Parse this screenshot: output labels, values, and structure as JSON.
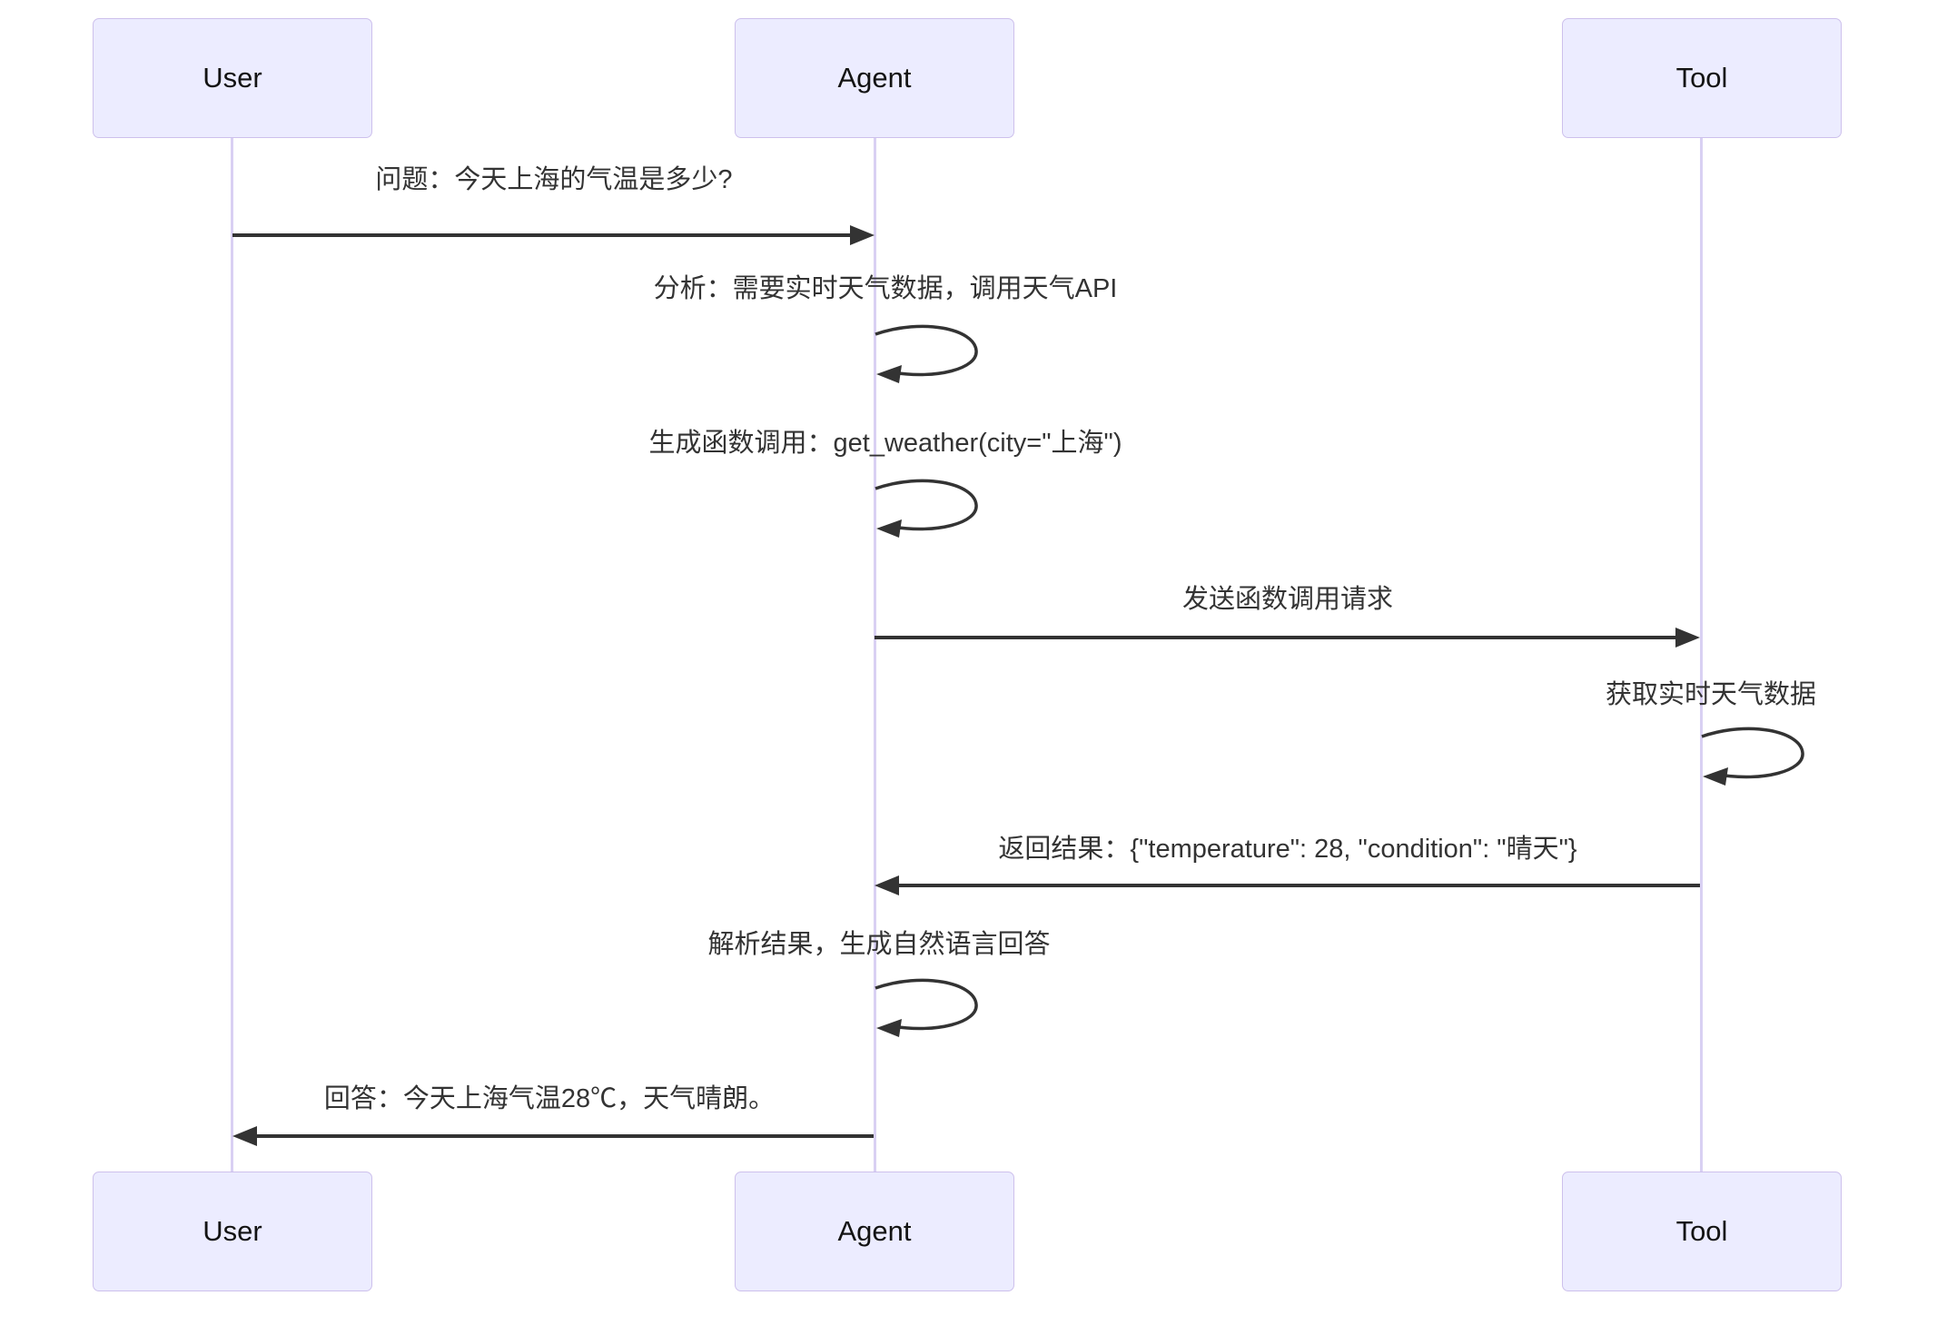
{
  "diagram": {
    "type": "sequence",
    "actors": [
      {
        "name": "User"
      },
      {
        "name": "Agent"
      },
      {
        "name": "Tool"
      }
    ],
    "messages": [
      {
        "seq": 1,
        "from": "User",
        "to": "Agent",
        "kind": "solid-arrow",
        "text": "问题：今天上海的气温是多少?"
      },
      {
        "seq": 2,
        "from": "Agent",
        "to": "Agent",
        "kind": "self-loop",
        "text": "分析：需要实时天气数据，调用天气API"
      },
      {
        "seq": 3,
        "from": "Agent",
        "to": "Agent",
        "kind": "self-loop",
        "text": "生成函数调用：get_weather(city=\"上海\")"
      },
      {
        "seq": 4,
        "from": "Agent",
        "to": "Tool",
        "kind": "solid-arrow",
        "text": "发送函数调用请求"
      },
      {
        "seq": 5,
        "from": "Tool",
        "to": "Tool",
        "kind": "self-loop",
        "text": "获取实时天气数据"
      },
      {
        "seq": 6,
        "from": "Tool",
        "to": "Agent",
        "kind": "solid-arrow",
        "text": "返回结果：{\"temperature\": 28, \"condition\": \"晴天\"}"
      },
      {
        "seq": 7,
        "from": "Agent",
        "to": "Agent",
        "kind": "self-loop",
        "text": "解析结果，生成自然语言回答"
      },
      {
        "seq": 8,
        "from": "Agent",
        "to": "User",
        "kind": "solid-arrow",
        "text": "回答：今天上海气温28℃，天气晴朗。"
      }
    ],
    "colors": {
      "actor_fill": "#ECECFF",
      "actor_border": "#CDC0EC",
      "lifeline": "#D9D0F3",
      "line": "#333333",
      "text": "#333333"
    }
  }
}
